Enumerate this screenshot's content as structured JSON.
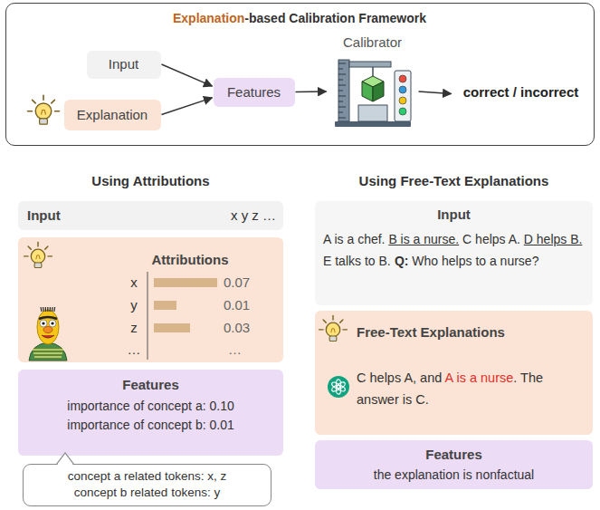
{
  "diagram": {
    "nodes": [
      {
        "text": [
          "Explanation-based Calibration Framework"
        ]
      },
      {
        "text": [
          "Input"
        ],
        "in": 0
      },
      {
        "text": [
          "Explanation"
        ],
        "in": 0
      },
      {
        "text": [
          "Features"
        ],
        "in": 0
      },
      {
        "text": [
          "Calibrator"
        ],
        "in": 0
      },
      {
        "text": [
          "correct / incorrect"
        ],
        "in": 0
      },
      {
        "text": [
          "Input",
          "x y z …"
        ]
      },
      {
        "text": [
          "Attributions"
        ]
      },
      {
        "text": [
          "Features",
          "importance of concept a: 0.10",
          "importance of concept b: 0.01"
        ]
      },
      {
        "text": [
          "concept a related tokens: x, z",
          "concept b related tokens: y"
        ]
      },
      {
        "text": [
          "Input",
          "A is a chef. B is a nurse. C helps A. D helps B. E talks to B.",
          "Q: Who helps to a nurse?"
        ]
      },
      {
        "text": [
          "Free-Text Explanations",
          "C helps A, and A is a nurse. The answer is C."
        ]
      },
      {
        "text": [
          "Features",
          "the explanation is nonfactual"
        ]
      }
    ],
    "edges": [
      {
        "from": 1,
        "to": 3,
        "arrow": "to"
      },
      {
        "from": 2,
        "to": 3,
        "arrow": "to"
      },
      {
        "from": 3,
        "to": 4,
        "arrow": "to"
      },
      {
        "from": 4,
        "to": 5,
        "arrow": "to"
      }
    ],
    "labels": [
      "Using Attributions",
      "Using Free-Text Explanations",
      "x",
      "y",
      "z",
      "…",
      "0.07",
      "0.01",
      "0.03",
      "…"
    ]
  }
}
